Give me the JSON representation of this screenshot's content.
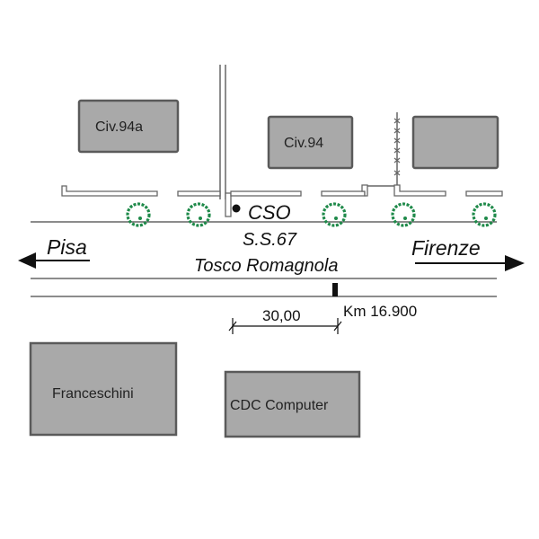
{
  "map": {
    "buildings": [
      {
        "id": "civ94a",
        "label": "Civ.94a"
      },
      {
        "id": "civ94",
        "label": "Civ.94"
      },
      {
        "id": "unlabeled",
        "label": ""
      },
      {
        "id": "franceschini",
        "label": "Franceschini"
      },
      {
        "id": "cdc",
        "label": "CDC Computer"
      }
    ],
    "poi": {
      "label": "CSO"
    },
    "road": {
      "code": "S.S.67",
      "name": "Tosco Romagnola",
      "west_destination": "Pisa",
      "east_destination": "Firenze"
    },
    "kilometer_marker": "Km 16.900",
    "distance": "30,00",
    "colors": {
      "building_fill": "#a9a9a9",
      "building_stroke": "#5a5a5a",
      "tree": "#1f8a4a",
      "line": "#666666"
    }
  }
}
